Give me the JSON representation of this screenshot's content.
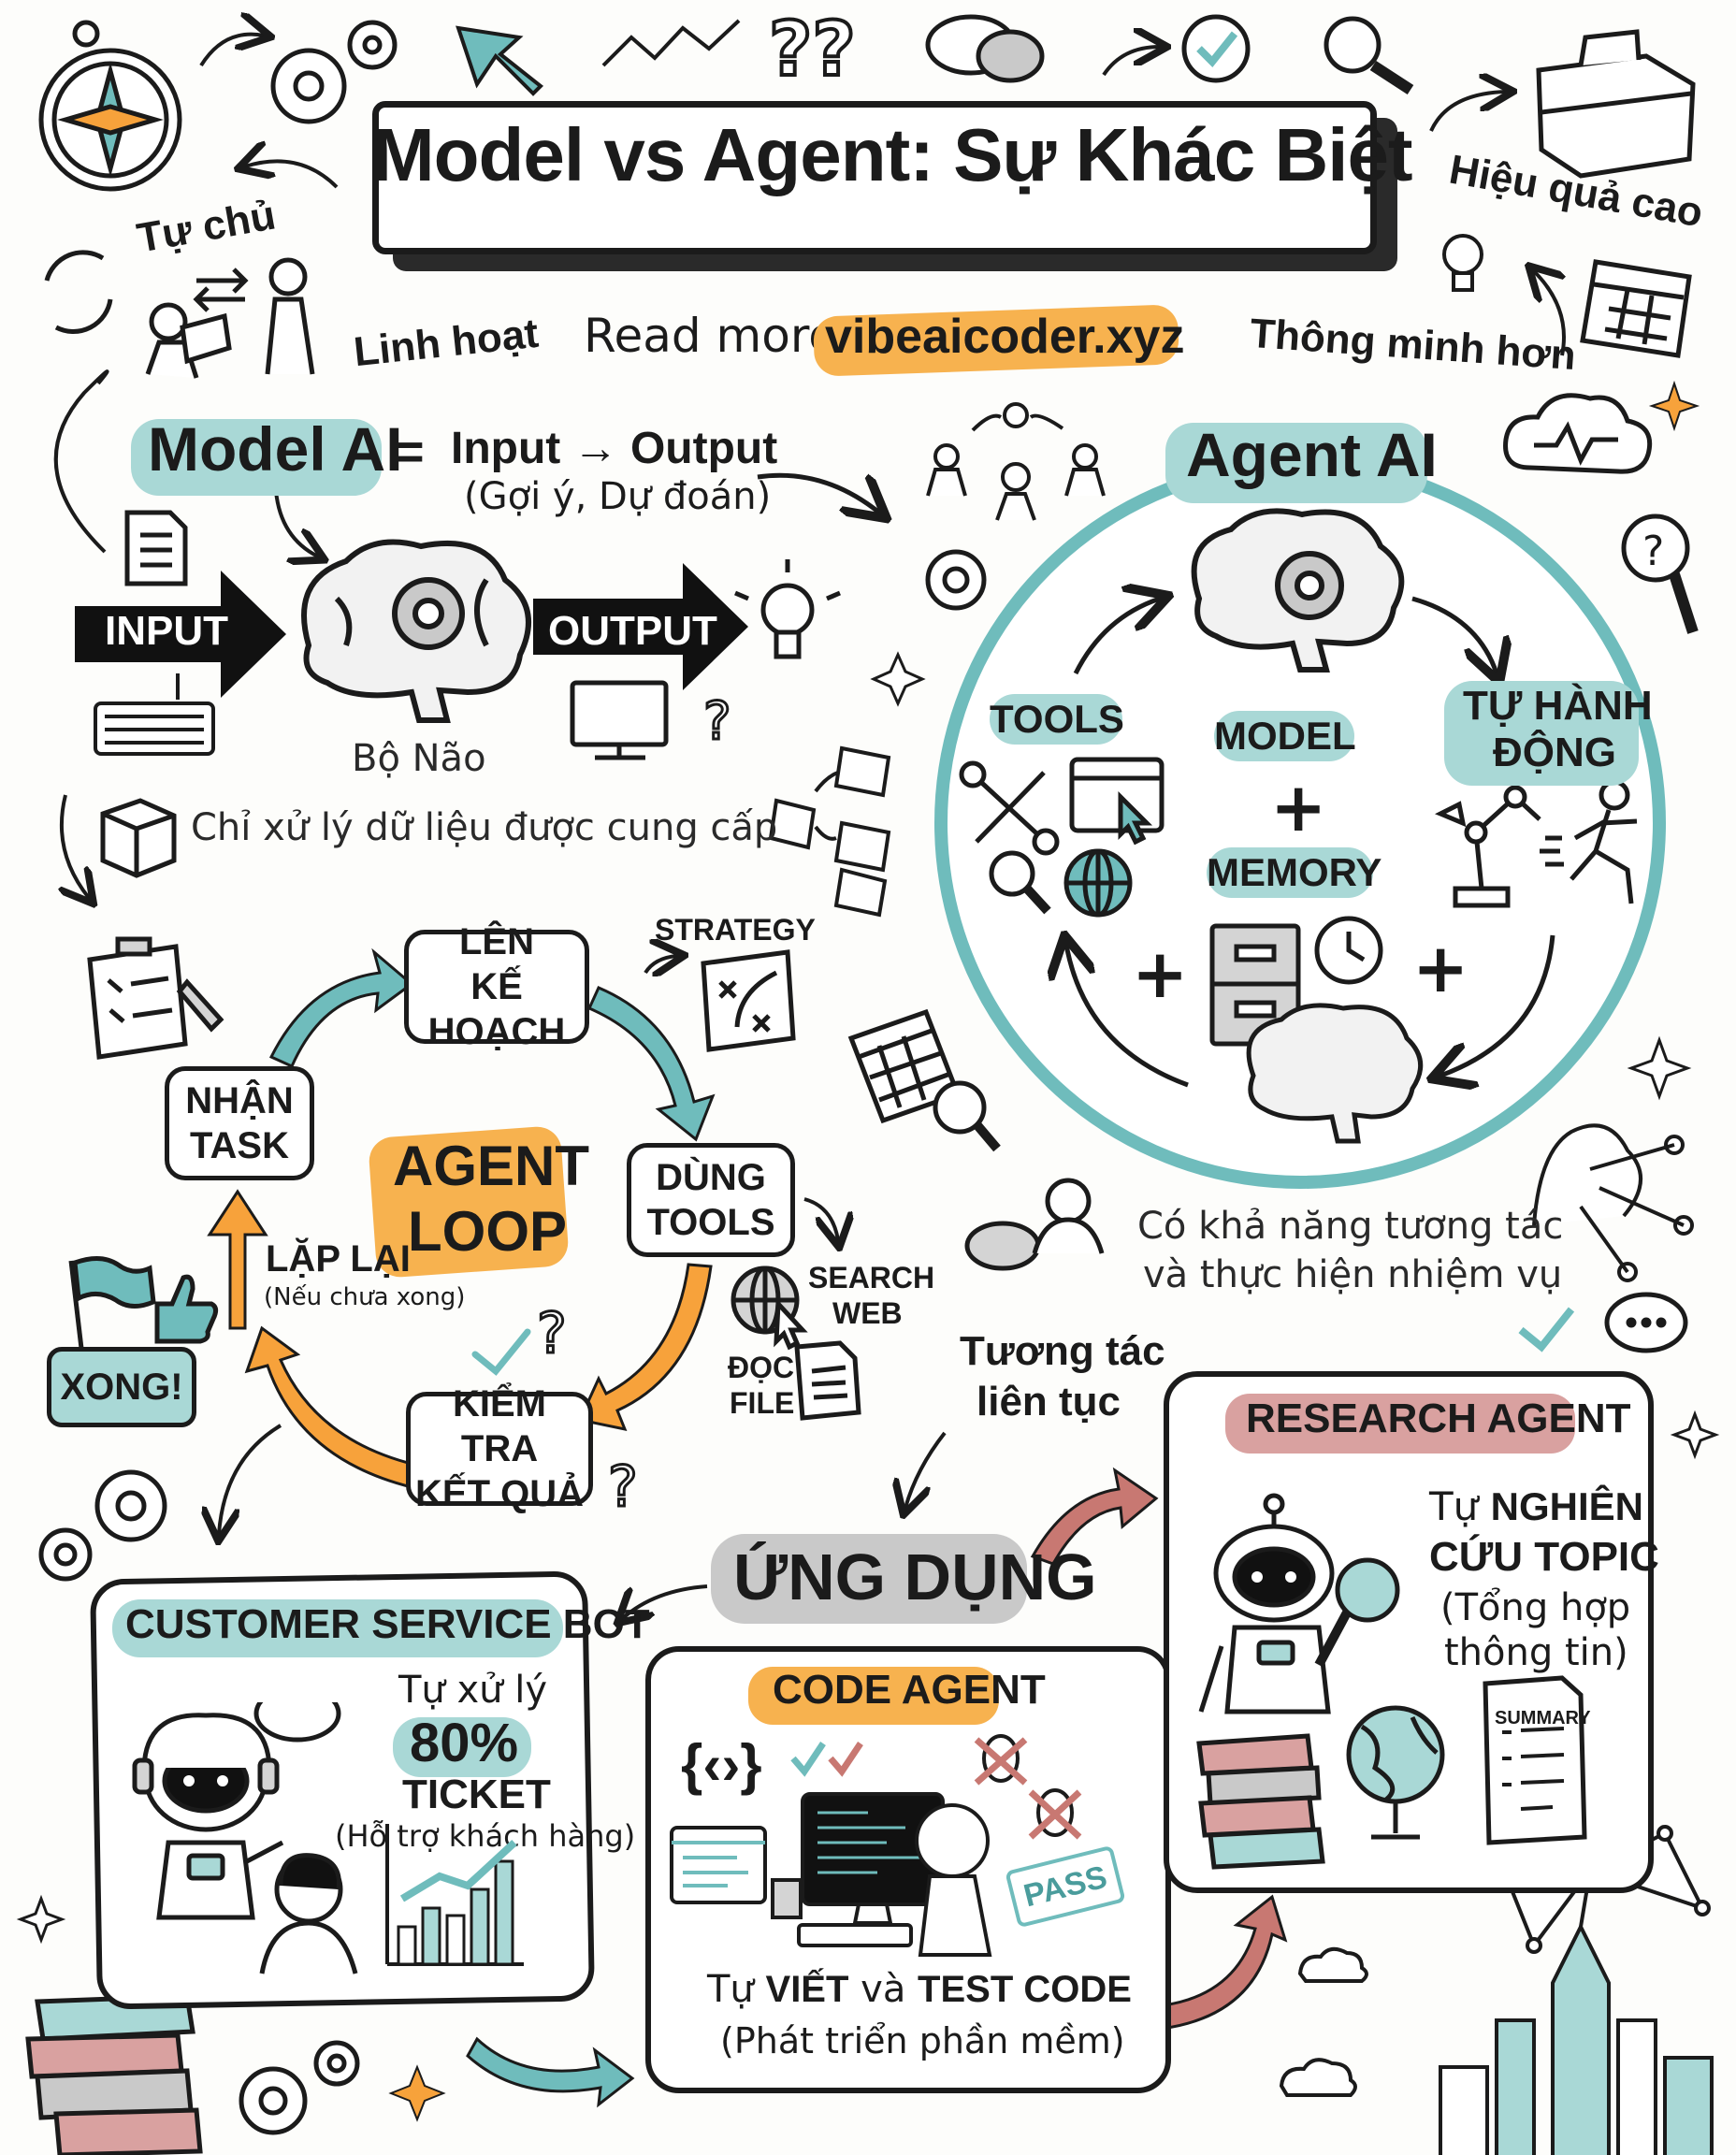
{
  "title": "Model vs Agent: Sự Khác Biệt",
  "read_more": {
    "label": "Read more:",
    "link": "vibeaicoder.xyz"
  },
  "traits": {
    "autonomous": "Tự chủ",
    "flexible": "Linh hoạt",
    "efficient": "Hiệu quả cao",
    "smarter": "Thông minh hơn"
  },
  "model_ai": {
    "title": "Model AI",
    "equals": "=",
    "formula": "Input → Output",
    "sub": "(Gợi ý, Dự đoán)",
    "input_label": "INPUT",
    "output_label": "OUTPUT",
    "brain_label": "Bộ Não",
    "limitation": "Chỉ xử lý dữ liệu được cung cấp"
  },
  "agent_ai": {
    "title": "Agent AI",
    "tools": "TOOLS",
    "model": "MODEL",
    "memory": "MEMORY",
    "action": [
      "TỰ HÀNH",
      "ĐỘNG"
    ],
    "plus": "+",
    "desc": [
      "Có khả năng tương tác",
      "và thực hiện nhiệm vụ"
    ]
  },
  "agent_loop": {
    "title": [
      "AGENT",
      "LOOP"
    ],
    "steps": {
      "receive": [
        "NHẬN",
        "TASK"
      ],
      "plan": [
        "LÊN",
        "KẾ HOẠCH"
      ],
      "use_tools": [
        "DÙNG",
        "TOOLS"
      ],
      "check": [
        "KIỂM TRA",
        "KẾT QUẢ"
      ]
    },
    "strategy": "STRATEGY",
    "search_web": [
      "SEARCH",
      "WEB"
    ],
    "read_file": [
      "ĐỌC",
      "FILE"
    ],
    "repeat": "LẶP LẠI",
    "repeat_note": "(Nếu chưa xong)",
    "done": "XONG!"
  },
  "interaction": [
    "Tương tác",
    "liên tục"
  ],
  "applications": {
    "title": "ỨNG DỤNG",
    "customer_bot": {
      "title": "CUSTOMER SERVICE BOT",
      "line1": "Tự xử lý",
      "percent": "80%",
      "line2": "TICKET",
      "note": "(Hỗ trợ khách hàng)"
    },
    "code_agent": {
      "title": "CODE AGENT",
      "code_symbol": "{‹›}",
      "pass": "PASS",
      "line1_pre": "Tự",
      "line1_b1": "VIẾT",
      "line1_mid": "và",
      "line1_b2": "TEST CODE",
      "note": "(Phát triển phần mềm)"
    },
    "research_agent": {
      "title": "RESEARCH AGENT",
      "line1_pre": "Tự",
      "line1_b": "NGHIÊN",
      "line2": "CỨU TOPIC",
      "note": [
        "(Tổng hợp",
        "thông tin)"
      ],
      "summary": "SUMMARY"
    }
  },
  "colors": {
    "teal": "#6fbcbc",
    "teal_light": "#a9d8d6",
    "orange": "#f7a23b",
    "red": "#c87872",
    "ink": "#1b1b1b"
  }
}
